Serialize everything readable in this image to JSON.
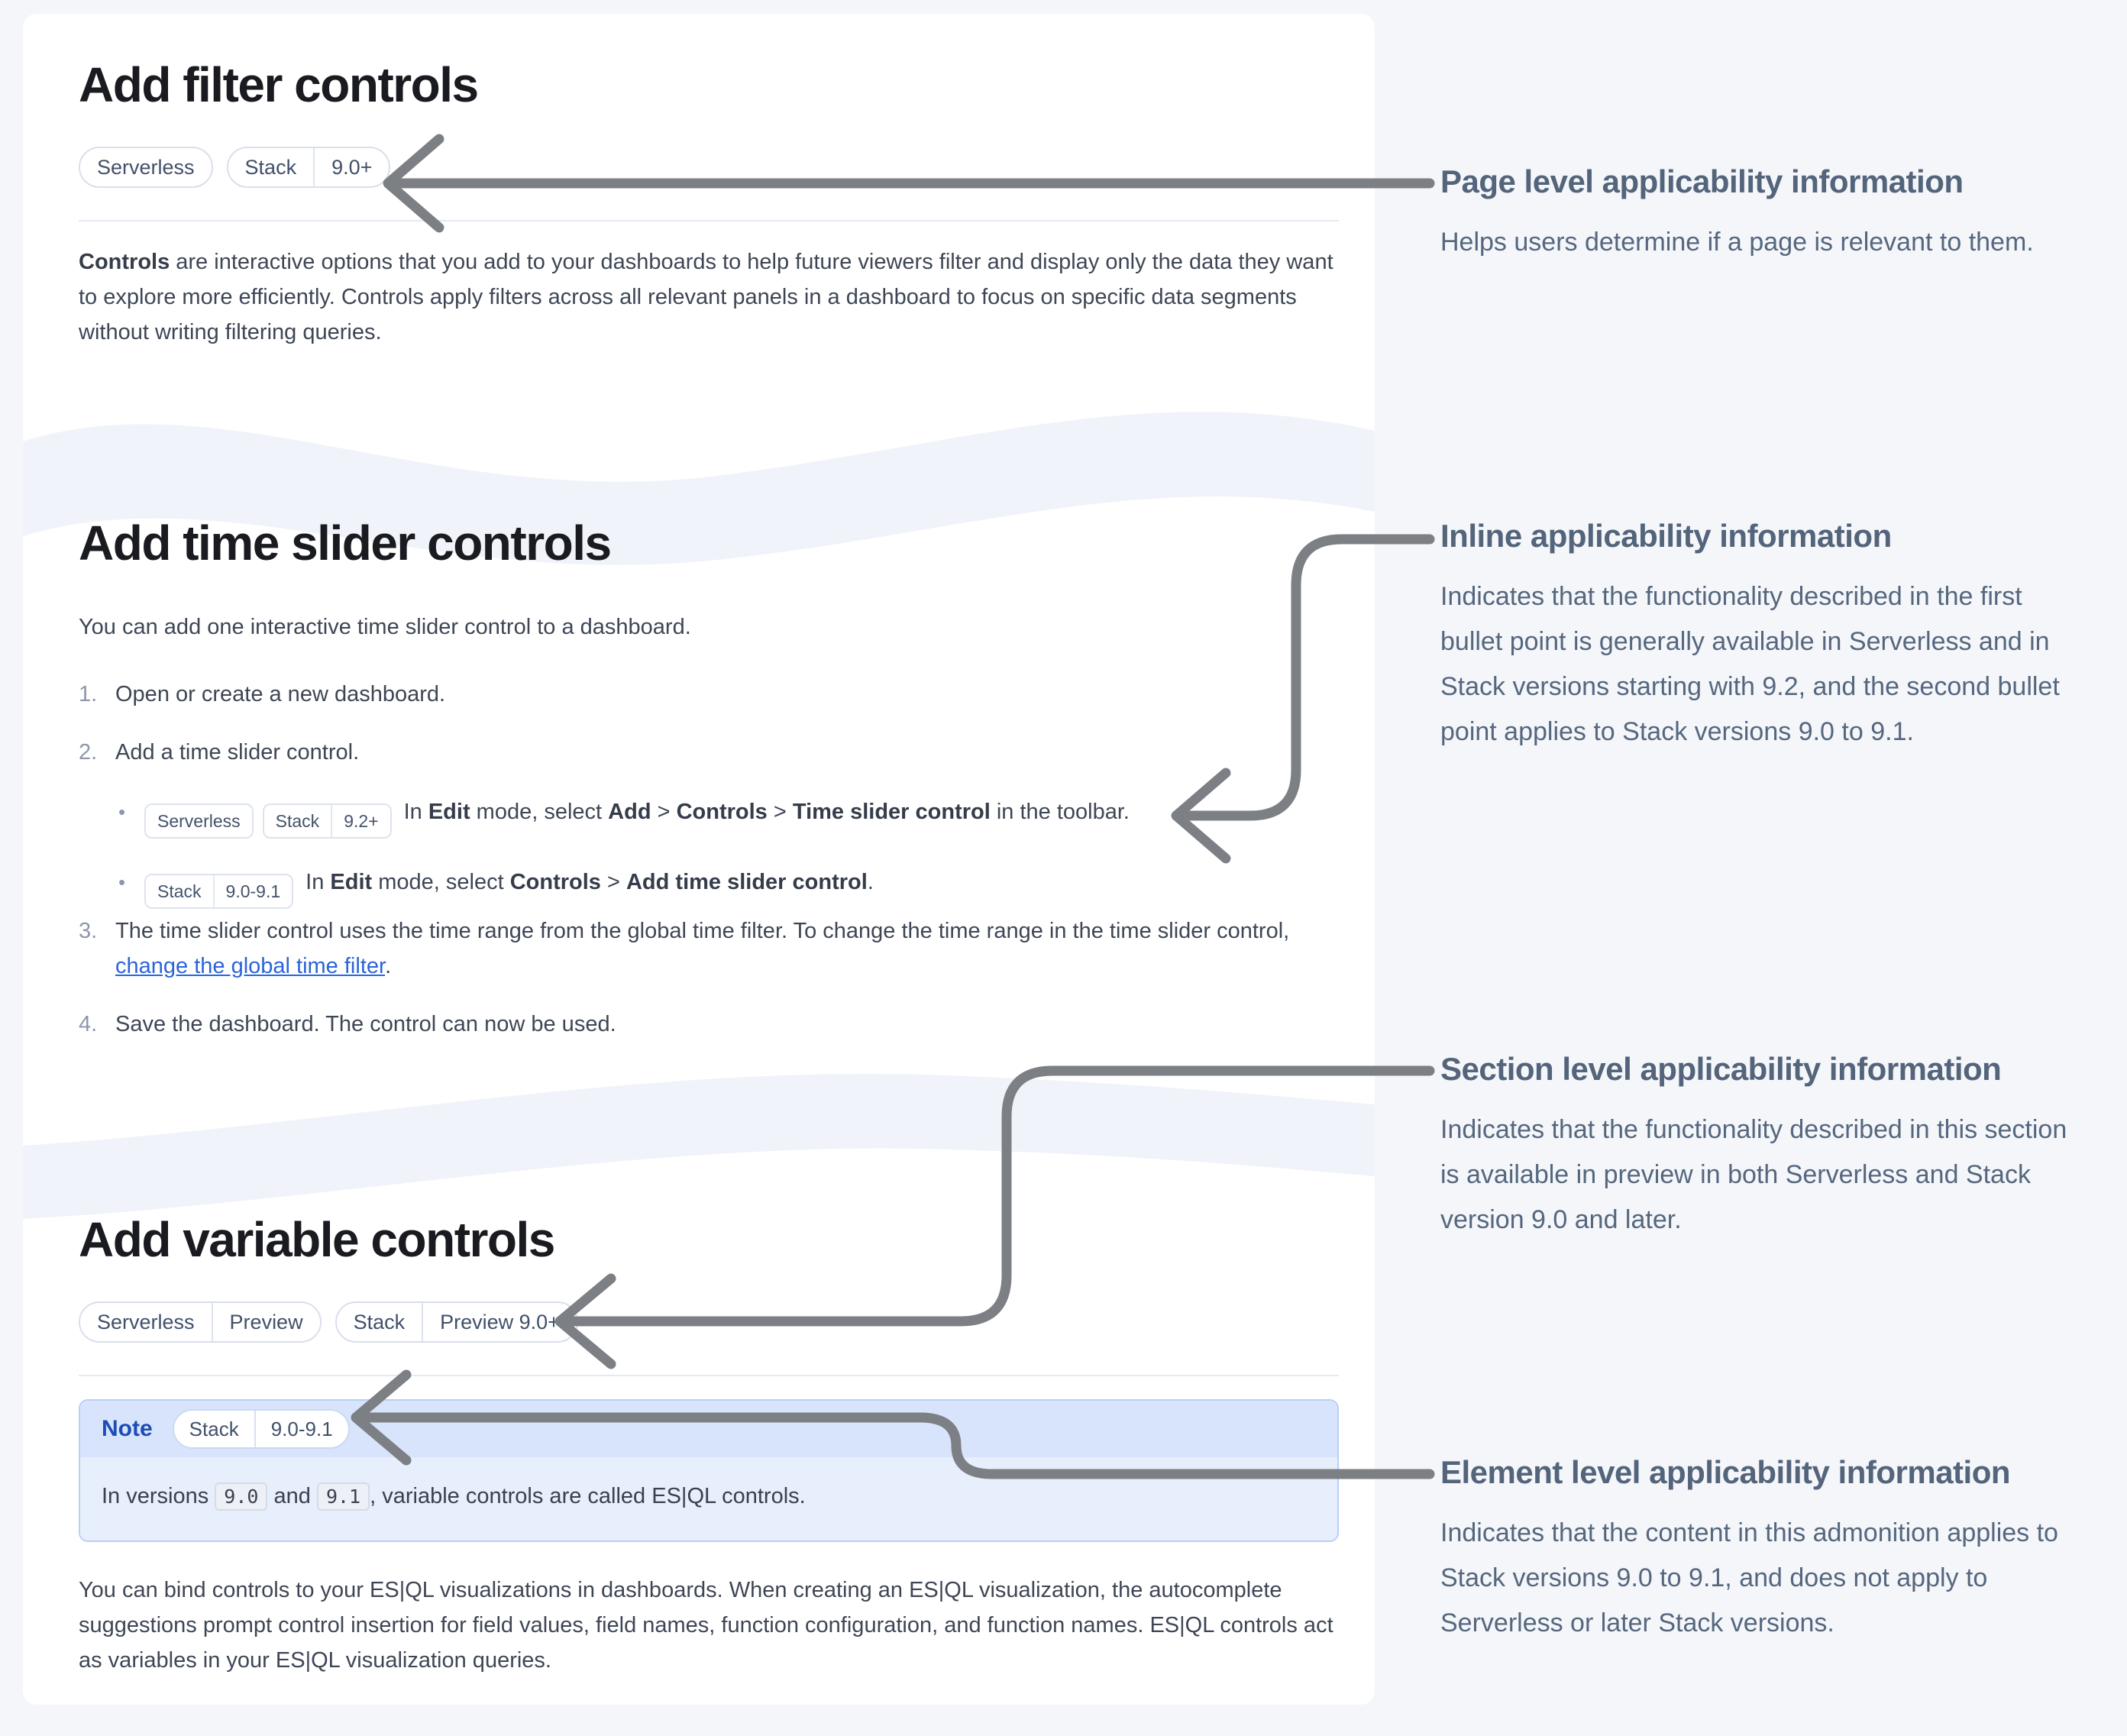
{
  "colors": {
    "page_bg": "#f4f6fa",
    "card_bg": "#ffffff",
    "heading_text": "#191b20",
    "body_text": "#3e4655",
    "annotation_text": "#53647b",
    "arrow_gray": "#7c7f84",
    "link_blue": "#2b64d9",
    "note_border": "#b9cff7",
    "note_header_bg": "#d7e4fb",
    "note_body_bg": "#e8effc",
    "note_label_blue": "#1d4cb5"
  },
  "sections": [
    {
      "heading": "Add filter controls",
      "badges": [
        [
          "Serverless"
        ],
        [
          "Stack",
          "9.0+"
        ]
      ],
      "paragraph": [
        {
          "t": "Controls",
          "b": true
        },
        {
          "t": " are interactive options that you add to your dashboards to help future viewers filter and display only the data they want to explore more efficiently. Controls apply filters across all relevant panels in a dashboard to focus on specific data segments without writing filtering queries."
        }
      ]
    },
    {
      "heading": "Add time slider controls",
      "intro": "You can add one interactive time slider control to a dashboard.",
      "steps": [
        {
          "num": "1.",
          "rich": [
            {
              "t": "Open or create a new dashboard."
            }
          ]
        },
        {
          "num": "2.",
          "rich": [
            {
              "t": "Add a time slider control."
            }
          ],
          "bullets": [
            {
              "badges": [
                [
                  "Serverless"
                ],
                [
                  "Stack",
                  "9.2+"
                ]
              ],
              "rich": [
                {
                  "t": "In "
                },
                {
                  "t": "Edit",
                  "b": true
                },
                {
                  "t": " mode, select "
                },
                {
                  "t": "Add",
                  "b": true
                },
                {
                  "t": " > "
                },
                {
                  "t": "Controls",
                  "b": true
                },
                {
                  "t": " > "
                },
                {
                  "t": "Time slider control",
                  "b": true
                },
                {
                  "t": " in the toolbar."
                }
              ]
            },
            {
              "badges": [
                [
                  "Stack",
                  "9.0-9.1"
                ]
              ],
              "rich": [
                {
                  "t": "In "
                },
                {
                  "t": "Edit",
                  "b": true
                },
                {
                  "t": " mode, select "
                },
                {
                  "t": "Controls",
                  "b": true
                },
                {
                  "t": " > "
                },
                {
                  "t": "Add time slider control",
                  "b": true
                },
                {
                  "t": "."
                }
              ]
            }
          ]
        },
        {
          "num": "3.",
          "rich": [
            {
              "t": "The time slider control uses the time range from the global time filter. To change the time range in the time slider control, "
            },
            {
              "t": "change the global time filter",
              "link": true
            },
            {
              "t": "."
            }
          ]
        },
        {
          "num": "4.",
          "rich": [
            {
              "t": "Save the dashboard. The control can now be used."
            }
          ]
        }
      ]
    },
    {
      "heading": "Add variable controls",
      "badges": [
        [
          "Serverless",
          "Preview"
        ],
        [
          "Stack",
          "Preview 9.0+"
        ]
      ],
      "note": {
        "label": "Note",
        "badges": [
          [
            "Stack",
            "9.0-9.1"
          ]
        ],
        "rich": [
          {
            "t": "In versions "
          },
          {
            "t": "9.0",
            "code": true
          },
          {
            "t": " and "
          },
          {
            "t": "9.1",
            "code": true
          },
          {
            "t": ", variable controls are called ES|QL controls."
          }
        ]
      },
      "paragraph": [
        {
          "t": "You can bind controls to your ES|QL visualizations in dashboards. When creating an ES|QL visualization, the autocomplete suggestions prompt control insertion for field values, field names, function configuration, and function names. ES|QL controls act as variables in your ES|QL visualization queries."
        }
      ]
    }
  ],
  "annotations": [
    {
      "title": "Page level applicability information",
      "body": "Helps users determine if a page is relevant to them."
    },
    {
      "title": "Inline applicability information",
      "body": "Indicates that the functionality described in the first bullet point is generally available in Serverless and in Stack versions starting with 9.2, and the second bullet point applies to Stack versions 9.0 to 9.1."
    },
    {
      "title": "Section level applicability information",
      "body": "Indicates that the functionality described in this section is available in preview in both Serverless and Stack version 9.0 and later."
    },
    {
      "title": "Element level applicability information",
      "body": "Indicates that the content in this admonition applies to Stack versions 9.0 to 9.1, and does not apply to Serverless or later Stack versions."
    }
  ]
}
